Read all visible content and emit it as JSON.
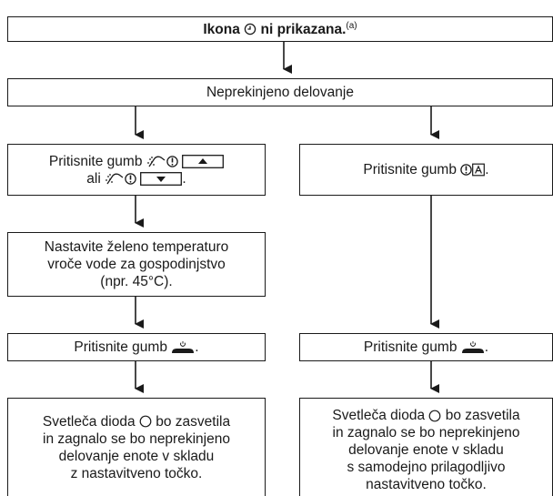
{
  "diagram": {
    "title": {
      "prefix": "Ikona",
      "suffix": "ni prikazana.",
      "footnote": "(a)",
      "icon": "clock-icon"
    },
    "continuous": "Neprekinjeno delovanje",
    "left": {
      "press_up_prefix": "Pritisnite gumb",
      "press_down_prefix": "ali",
      "press_down_suffix": ".",
      "press_up_icons": [
        "shower-icon",
        "hot-water-icon",
        "up-arrow-button-icon"
      ],
      "press_down_icons": [
        "shower-icon",
        "hot-water-icon",
        "down-arrow-button-icon"
      ],
      "set_temp_lines": [
        "Nastavite želeno temperaturo",
        "vroče vode za gospodinjstvo",
        "(npr. 45°C)."
      ],
      "press_power": "Pritisnite gumb",
      "press_power_suffix": ".",
      "result_lines": [
        "Svetleča dioda",
        "bo zasvetila",
        "in zagnalo se bo neprekinjeno",
        "delovanje enote v skladu",
        "z nastavitveno točko."
      ]
    },
    "right": {
      "press_auto_prefix": "Pritisnite gumb",
      "press_auto_suffix": ".",
      "press_auto_icons": [
        "hot-water-icon",
        "auto-icon"
      ],
      "press_power": "Pritisnite gumb",
      "press_power_suffix": ".",
      "result_lines": [
        "Svetleča dioda",
        "bo zasvetila",
        "in zagnalo se bo neprekinjeno",
        "delovanje enote v skladu",
        "s samodejno prilagodljivo",
        "nastavitveno točko."
      ]
    },
    "led_icon": "led-circle-icon",
    "power_icon": "power-button-icon"
  }
}
